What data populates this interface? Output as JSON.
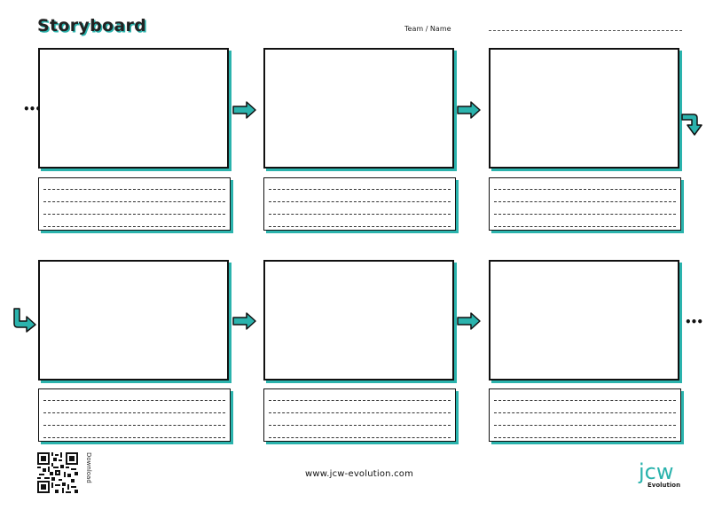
{
  "header": {
    "title": "Storyboard",
    "team_label": "Team / Name"
  },
  "footer": {
    "qr_label": "Download",
    "url": "www.jcw-evolution.com",
    "logo_text": "jcw",
    "logo_sub": "Evolution"
  },
  "colors": {
    "accent": "#2bb3ad",
    "ink": "#111111"
  },
  "continuation_marker": "•••"
}
